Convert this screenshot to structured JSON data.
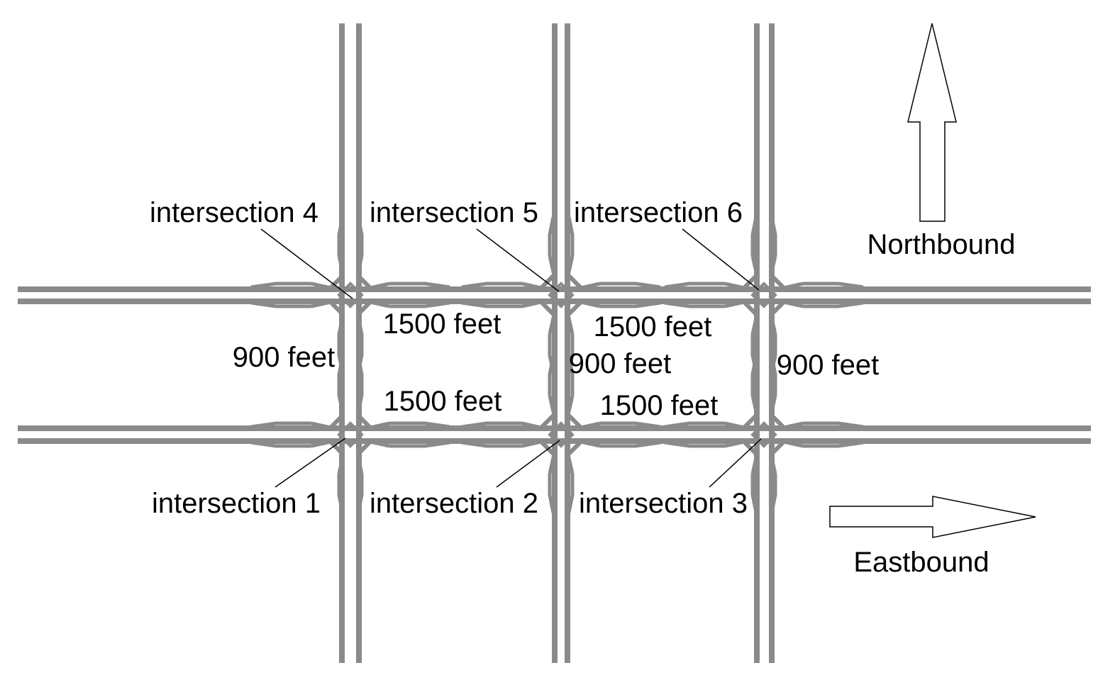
{
  "labels": {
    "intersections": [
      {
        "text": "intersection 1"
      },
      {
        "text": "intersection 2"
      },
      {
        "text": "intersection 3"
      },
      {
        "text": "intersection 4"
      },
      {
        "text": "intersection 5"
      },
      {
        "text": "intersection 6"
      }
    ],
    "distances": [
      "1500 feet",
      "1500 feet",
      "900 feet",
      "900 feet",
      "1500 feet",
      "1500 feet",
      "900 feet"
    ],
    "directions": {
      "northbound": "Northbound",
      "eastbound": "Eastbound"
    }
  },
  "network": {
    "intersection_count": 6,
    "block_length_feet": 1500,
    "block_height_feet": 900
  },
  "icons": {
    "north_arrow": "up-arrow",
    "east_arrow": "right-arrow"
  },
  "colors": {
    "road": "#8a8a8a",
    "text": "#000000",
    "pointer_line": "#000000",
    "arrow_outline": "#000000",
    "arrow_fill": "#ffffff",
    "background": "#ffffff"
  }
}
